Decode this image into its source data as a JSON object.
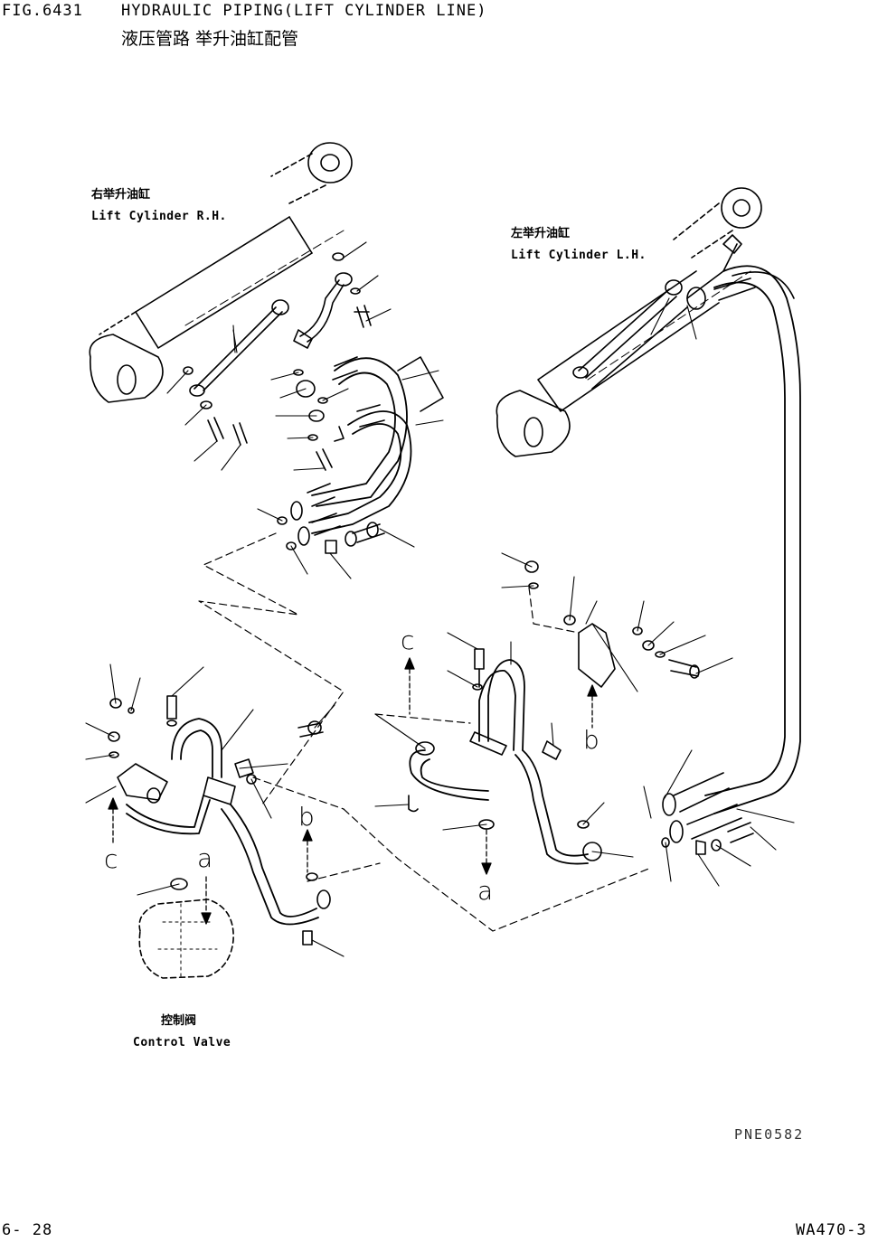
{
  "header": {
    "fig_no": "FIG.6431",
    "title_en": "HYDRAULIC PIPING(LIFT CYLINDER LINE)",
    "title_cn": "液压管路 举升油缸配管"
  },
  "labels": {
    "rh_cn": "右举升油缸",
    "rh_en": "Lift Cylinder R.H.",
    "lh_cn": "左举升油缸",
    "lh_en": "Lift Cylinder L.H.",
    "cv_cn": "控制阀",
    "cv_en": "Control Valve"
  },
  "refs": {
    "c_top": "c",
    "c_left": "c",
    "b_right": "b",
    "b_mid": "b",
    "a_left": "a",
    "a_mid": "a"
  },
  "drawing_code": "PNE0582",
  "footer": {
    "page": "6- 28",
    "model": "WA470-3"
  }
}
